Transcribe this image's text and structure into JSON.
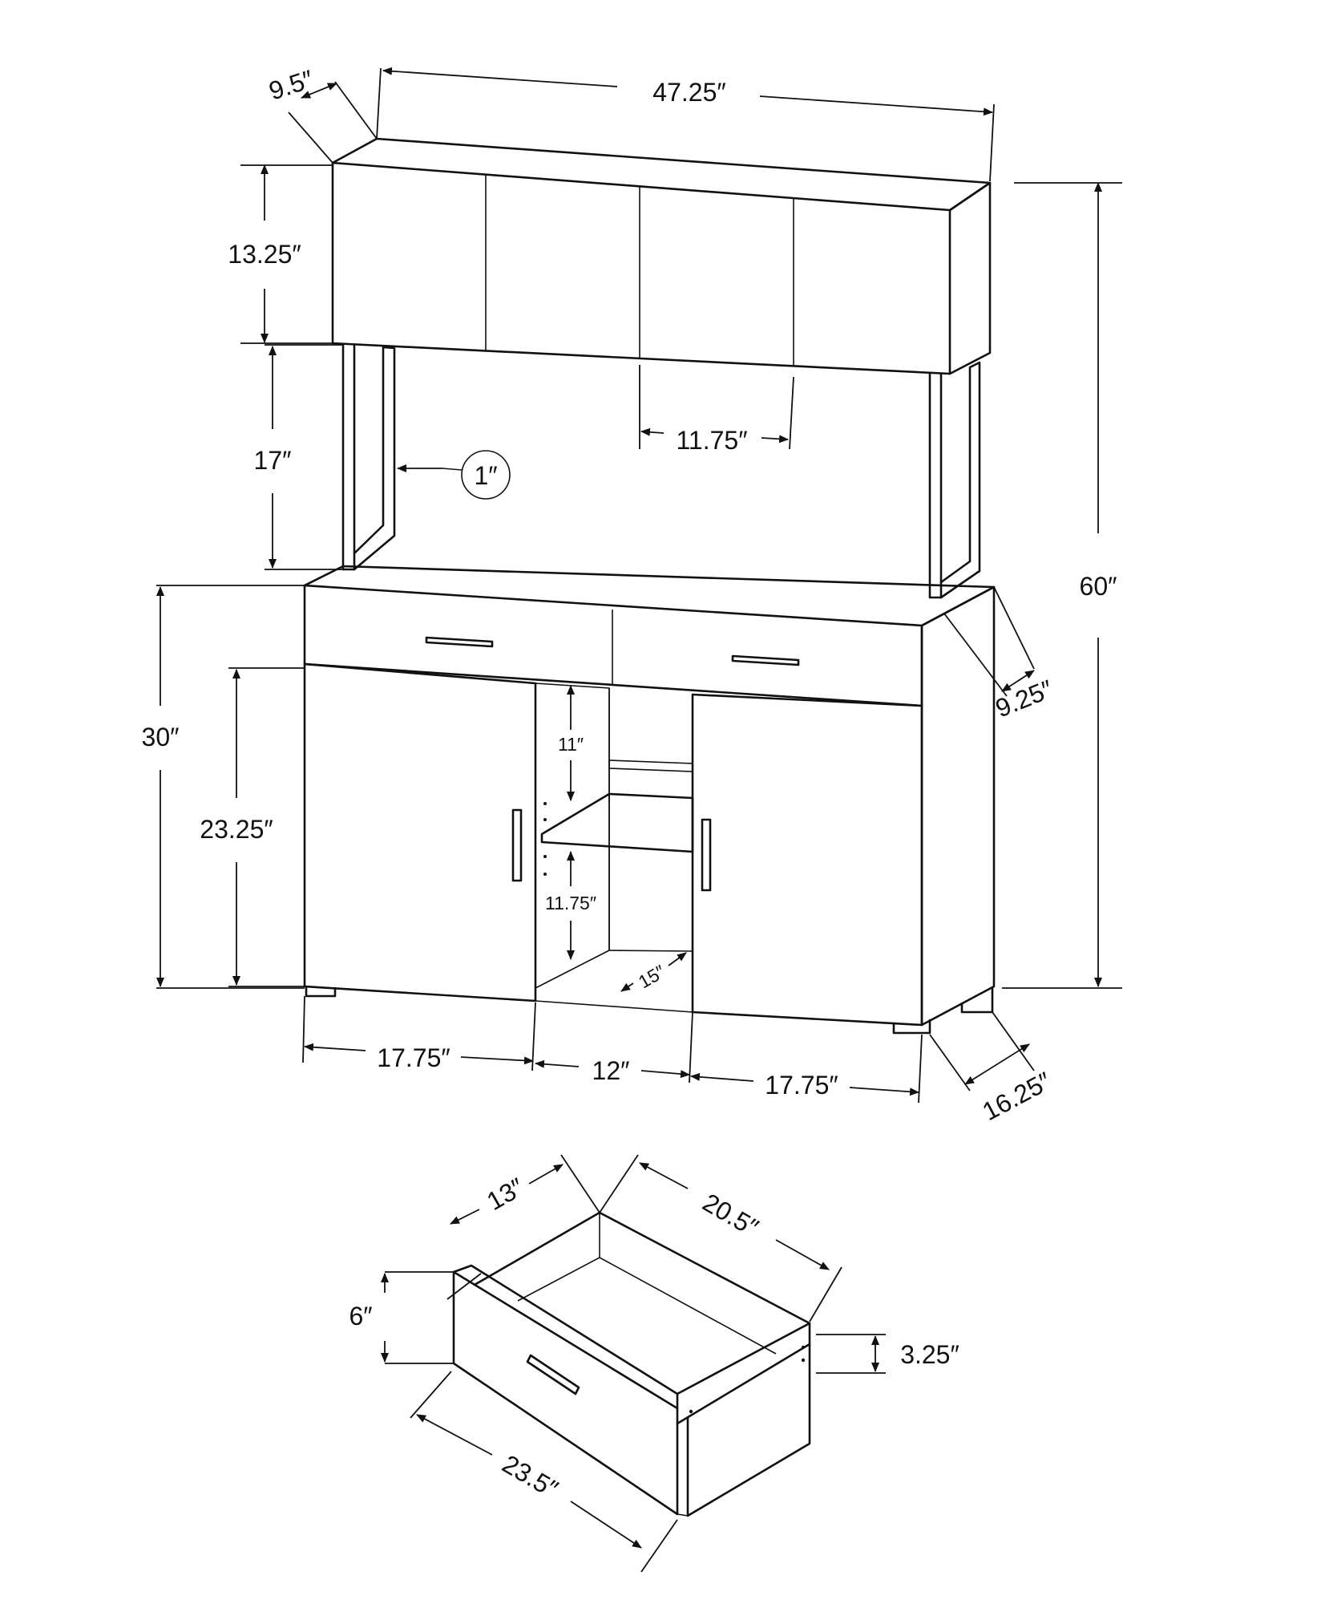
{
  "dimensions": {
    "hutch_depth": "9.5″",
    "total_width": "47.25″",
    "hutch_height": "13.25″",
    "hutch_door_width": "11.75″",
    "leg_thickness": "1″",
    "hutch_clearance": "17″",
    "total_height": "60″",
    "shelf_depth_top": "9.25″",
    "base_height": "30″",
    "door_height": "23.25″",
    "upper_shelf_gap": "11″",
    "lower_shelf_gap": "11.75″",
    "cubby_depth": "15″",
    "left_door_width": "17.75″",
    "cubby_width": "12″",
    "right_door_width": "17.75″",
    "base_depth": "16.25″",
    "drawer_width": "13″",
    "drawer_depth": "20.5″",
    "drawer_front_height": "6″",
    "drawer_side_height": "3.25″",
    "drawer_front_width": "23.5″"
  }
}
